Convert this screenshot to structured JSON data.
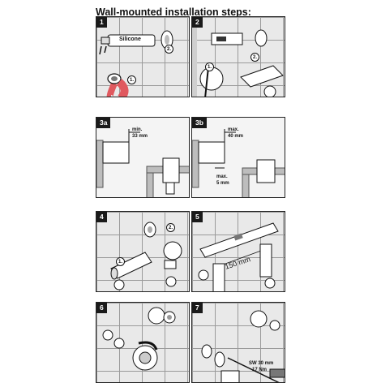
{
  "title": "Wall-mounted installation steps:",
  "steps": [
    {
      "badge": "1",
      "labels": {
        "silicone": "Silicone",
        "c1": "1.",
        "c2": "2."
      }
    },
    {
      "badge": "2",
      "labels": {
        "c1": "1.",
        "c2": "2."
      }
    },
    {
      "badge": "3a",
      "labels": {
        "min": "min.",
        "mm": "33 mm"
      }
    },
    {
      "badge": "3b",
      "labels": {
        "max1": "max.",
        "mm1": "40 mm",
        "max2": "max.",
        "mm2": "5 mm"
      }
    },
    {
      "badge": "4",
      "labels": {
        "c1": "1.",
        "c2": "2."
      }
    },
    {
      "badge": "5",
      "labels": {
        "dim": "150 mm"
      }
    },
    {
      "badge": "6",
      "labels": {}
    },
    {
      "badge": "7",
      "labels": {
        "sw": "SW 30 mm",
        "nm": "17 Nm"
      }
    }
  ],
  "colors": {
    "accent": "#e0595f",
    "frame": "#1a1a1a",
    "tile": "#e9e9e9"
  }
}
